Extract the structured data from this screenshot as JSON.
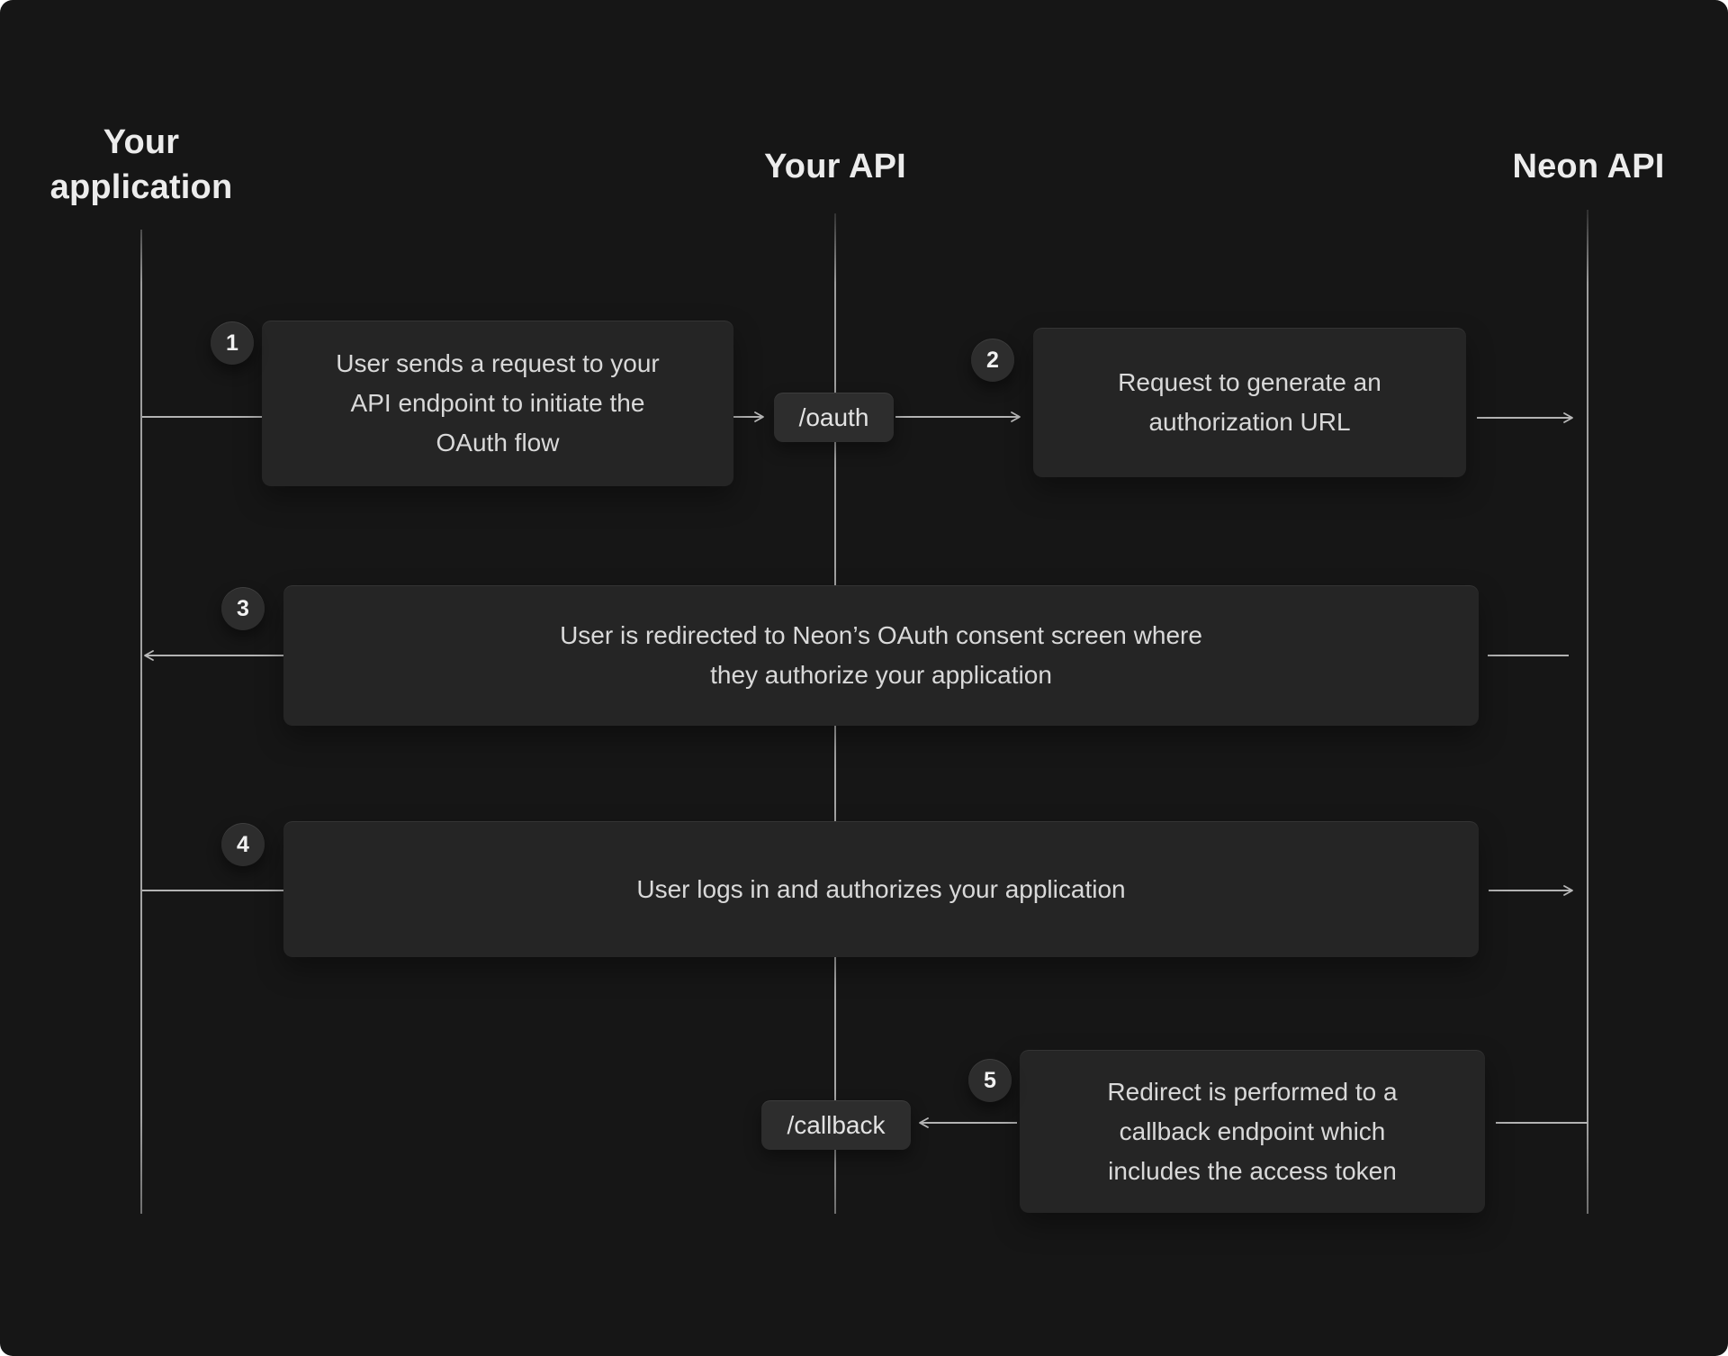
{
  "diagram": {
    "lanes": [
      {
        "label": "Your application"
      },
      {
        "label": "Your API"
      },
      {
        "label": "Neon API"
      }
    ],
    "endpoints": [
      {
        "label": "/oauth"
      },
      {
        "label": "/callback"
      }
    ],
    "steps": [
      {
        "number": "1",
        "lines": [
          "User sends a request to your",
          "API endpoint to initiate the",
          "OAuth flow"
        ]
      },
      {
        "number": "2",
        "lines": [
          "Request to generate an",
          "authorization URL"
        ]
      },
      {
        "number": "3",
        "lines": [
          "User is redirected to Neon’s OAuth consent screen where",
          "they authorize your application"
        ]
      },
      {
        "number": "4",
        "lines": [
          "User logs in and authorizes your application"
        ]
      },
      {
        "number": "5",
        "lines": [
          "Redirect is performed to a",
          "callback endpoint which",
          "includes the access token"
        ]
      }
    ],
    "colors": {
      "background": "#161616",
      "note_fill": "#252525",
      "chip_fill": "#2d2d2d",
      "badge_fill": "#2d2d2d",
      "text": "#d9d9d9",
      "heading_text": "#ececec",
      "line": "#b3b3b3",
      "lifeline": "#a8a8a8"
    }
  }
}
